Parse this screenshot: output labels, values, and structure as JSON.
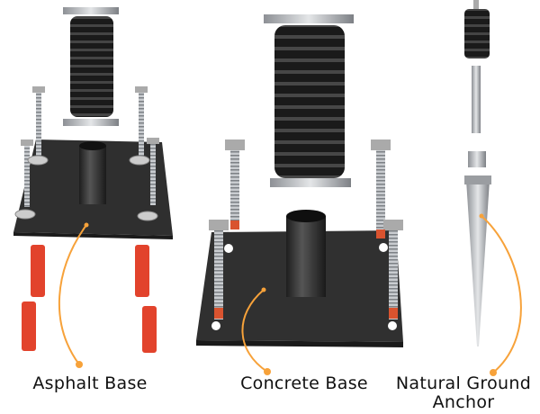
{
  "labels": {
    "asphalt": "Asphalt Base",
    "concrete": "Concrete Base",
    "anchor_line1": "Natural Ground",
    "anchor_line2": "Anchor"
  },
  "colors": {
    "callout": "#f7a23a",
    "plate": "#2e2e2e",
    "spring": "#1c1c1c",
    "anchor_plug": "#e2432c",
    "steel": "#b9bcc0"
  }
}
